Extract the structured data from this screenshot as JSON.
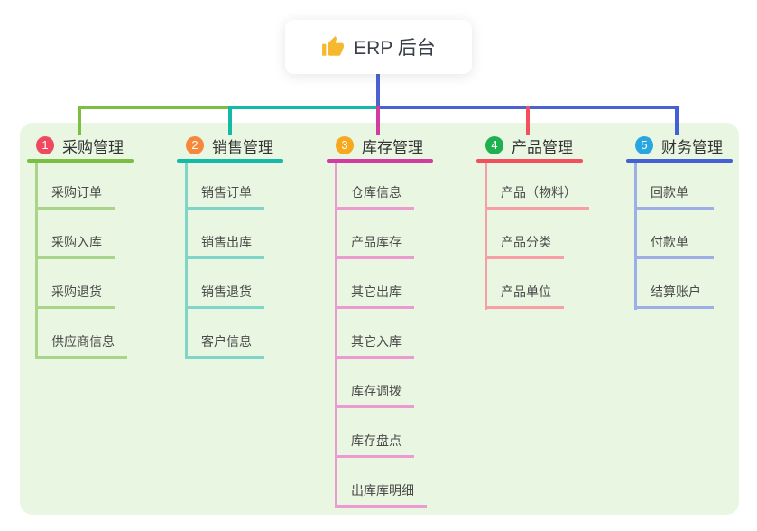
{
  "root": {
    "label": "ERP 后台",
    "icon": "thumbs-up-icon"
  },
  "theme": {
    "panel_bg": "#e9f6e2",
    "root_line": "#4a63d1",
    "card_bg": "#ffffff",
    "title_color": "#3b3f49",
    "branch_label_color": "#333333",
    "child_label_color": "#4a4a4a",
    "thumb_color": "#f5b82e"
  },
  "branches": [
    {
      "badge": "1",
      "badge_color": "#f0485e",
      "line_color": "#7cbe3f",
      "child_line_color": "#aad489",
      "label": "采购管理",
      "children": [
        "采购订单",
        "采购入库",
        "采购退货",
        "供应商信息"
      ]
    },
    {
      "badge": "2",
      "badge_color": "#f6873b",
      "line_color": "#14b9a7",
      "child_line_color": "#7fd5c8",
      "label": "销售管理",
      "children": [
        "销售订单",
        "销售出库",
        "销售退货",
        "客户信息"
      ]
    },
    {
      "badge": "3",
      "badge_color": "#f6a81f",
      "line_color": "#d23c9e",
      "child_line_color": "#ec9bd0",
      "label": "库存管理",
      "children": [
        "仓库信息",
        "产品库存",
        "其它出库",
        "其它入库",
        "库存调拨",
        "库存盘点",
        "出库库明细"
      ]
    },
    {
      "badge": "4",
      "badge_color": "#1fb150",
      "line_color": "#f2505c",
      "child_line_color": "#f79fa7",
      "label": "产品管理",
      "children": [
        "产品（物料）",
        "产品分类",
        "产品单位"
      ]
    },
    {
      "badge": "5",
      "badge_color": "#29a6e0",
      "line_color": "#4361d2",
      "child_line_color": "#9dafe6",
      "label": "财务管理",
      "children": [
        "回款单",
        "付款单",
        "结算账户"
      ]
    }
  ]
}
